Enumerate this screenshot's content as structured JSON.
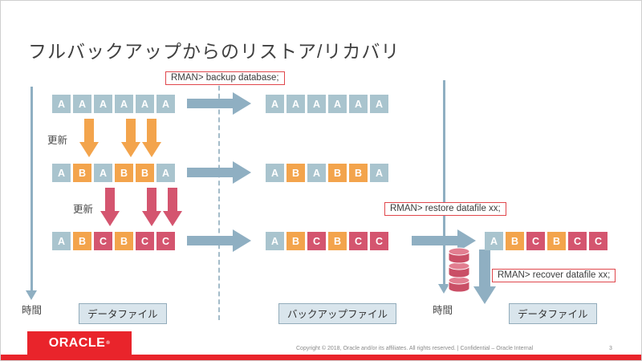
{
  "slide": {
    "title": "フルバックアップからのリストア/リカバリ",
    "page_number": "3",
    "footer_text": "Copyright © 2018, Oracle and/or its affiliates.  All rights reserved.   |   Confidential – Oracle Internal",
    "logo_text": "ORACLE",
    "logo_registered": "®"
  },
  "callouts": {
    "backup": "RMAN> backup database;",
    "restore": "RMAN> restore datafile xx;",
    "recover": "RMAN> recover datafile xx;"
  },
  "labels": {
    "update_1": "更新",
    "update_2": "更新",
    "time_left": "時間",
    "time_right": "時間",
    "datafile_left": "データファイル",
    "backup_file": "バックアップファイル",
    "datafile_right": "データファイル"
  },
  "grid": {
    "left_rows": [
      "AAAAAA",
      "ABABBA",
      "ABCBCC"
    ],
    "middle_rows": [
      "AAAAAA",
      "ABABBA",
      "ABCBCC"
    ],
    "right_rows": [
      "ABCBCC"
    ],
    "cell_colors": {
      "A": "#A9C4CE",
      "B": "#F3A44C",
      "C": "#D4556F"
    }
  },
  "colors": {
    "flow_arrow": "#8FAFC2",
    "update_arrow_1": "#F3A44C",
    "update_arrow_2": "#D4556F",
    "callout_border": "#E0474C",
    "oracle_red": "#E9242B",
    "label_bg": "#D9E5EC"
  }
}
